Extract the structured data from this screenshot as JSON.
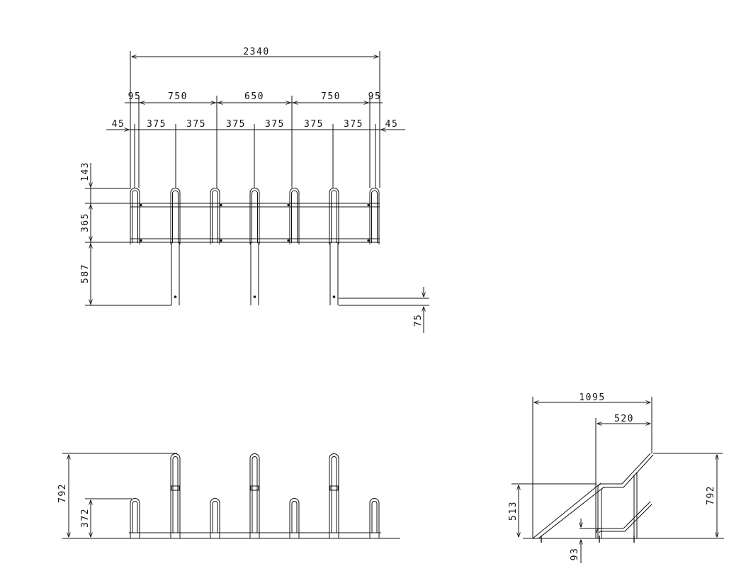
{
  "diagram": {
    "plan": {
      "overall": "2340",
      "spans": [
        "95",
        "750",
        "650",
        "750",
        "95"
      ],
      "pitches": [
        "45",
        "375",
        "375",
        "375",
        "375",
        "375",
        "375",
        "45"
      ],
      "left_dims": [
        "143",
        "365",
        "587"
      ],
      "right_dim": "75"
    },
    "front": {
      "dims": [
        "792",
        "372"
      ]
    },
    "side": {
      "dims": [
        "1095",
        "520",
        "513",
        "792",
        "93"
      ]
    }
  }
}
